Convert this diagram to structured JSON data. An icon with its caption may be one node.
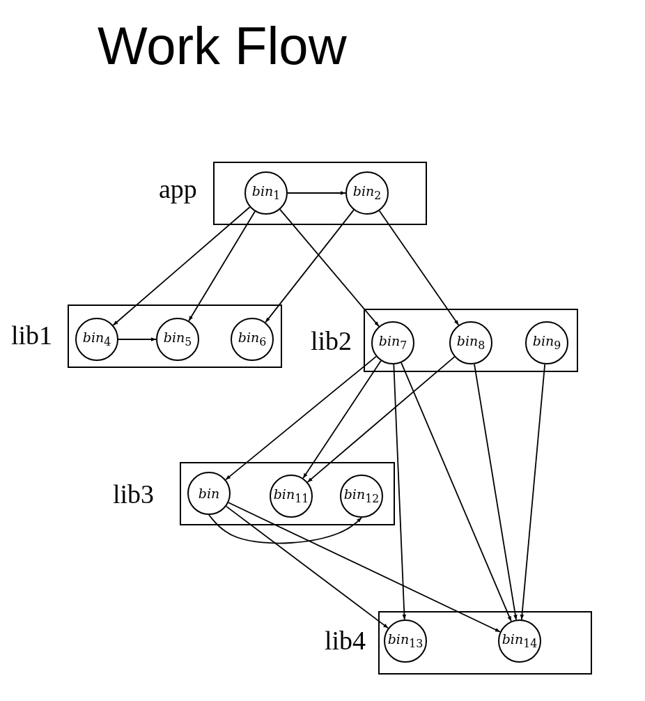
{
  "diagram": {
    "title": "Work Flow",
    "nodes": [
      {
        "text": [
          "app"
        ]
      },
      {
        "text": [
          "*bin*$_{1}$"
        ],
        "in": 0
      },
      {
        "text": [
          "*bin*$_{2}$"
        ],
        "in": 0
      },
      {
        "text": [
          "lib1"
        ]
      },
      {
        "text": [
          "*bin*$_{4}$"
        ],
        "in": 3
      },
      {
        "text": [
          "*bin*$_{5}$"
        ],
        "in": 3
      },
      {
        "text": [
          "*bin*$_{6}$"
        ],
        "in": 3
      },
      {
        "text": [
          "lib2"
        ]
      },
      {
        "text": [
          "*bin*$_{7}$"
        ],
        "in": 7
      },
      {
        "text": [
          "*bin*$_{8}$"
        ],
        "in": 7
      },
      {
        "text": [
          "*bin*$_{9}$"
        ],
        "in": 7
      },
      {
        "text": [
          "lib3"
        ]
      },
      {
        "text": [
          "bin"
        ],
        "in": 11
      },
      {
        "text": [
          "*bin*$_{11}$"
        ],
        "in": 11
      },
      {
        "text": [
          "*bin*$_{12}$"
        ],
        "in": 11
      },
      {
        "text": [
          "lib4"
        ]
      },
      {
        "text": [
          "*bin*$_{13}$"
        ],
        "in": 15
      },
      {
        "text": [
          "*bin*$_{14}$"
        ],
        "in": 15
      }
    ],
    "edges": [
      {
        "from": 1,
        "to": 2,
        "arrow": "to"
      },
      {
        "from": 1,
        "to": 4,
        "arrow": "to"
      },
      {
        "from": 1,
        "to": 5,
        "arrow": "to"
      },
      {
        "from": 1,
        "to": 8,
        "arrow": "to"
      },
      {
        "from": 2,
        "to": 6,
        "arrow": "to"
      },
      {
        "from": 2,
        "to": 9,
        "arrow": "to"
      },
      {
        "from": 4,
        "to": 5,
        "arrow": "to"
      },
      {
        "from": 8,
        "to": 12,
        "arrow": "to"
      },
      {
        "from": 8,
        "to": 13,
        "arrow": "to"
      },
      {
        "from": 9,
        "to": 13,
        "arrow": "to"
      },
      {
        "from": 8,
        "to": 16,
        "arrow": "to"
      },
      {
        "from": 8,
        "to": 17,
        "arrow": "to"
      },
      {
        "from": 9,
        "to": 17,
        "arrow": "to"
      },
      {
        "from": 10,
        "to": 17,
        "arrow": "to"
      },
      {
        "from": 12,
        "to": 14,
        "arrow": "to"
      },
      {
        "from": 12,
        "to": 16,
        "arrow": "to"
      },
      {
        "from": 12,
        "to": 17,
        "arrow": "to"
      }
    ]
  }
}
